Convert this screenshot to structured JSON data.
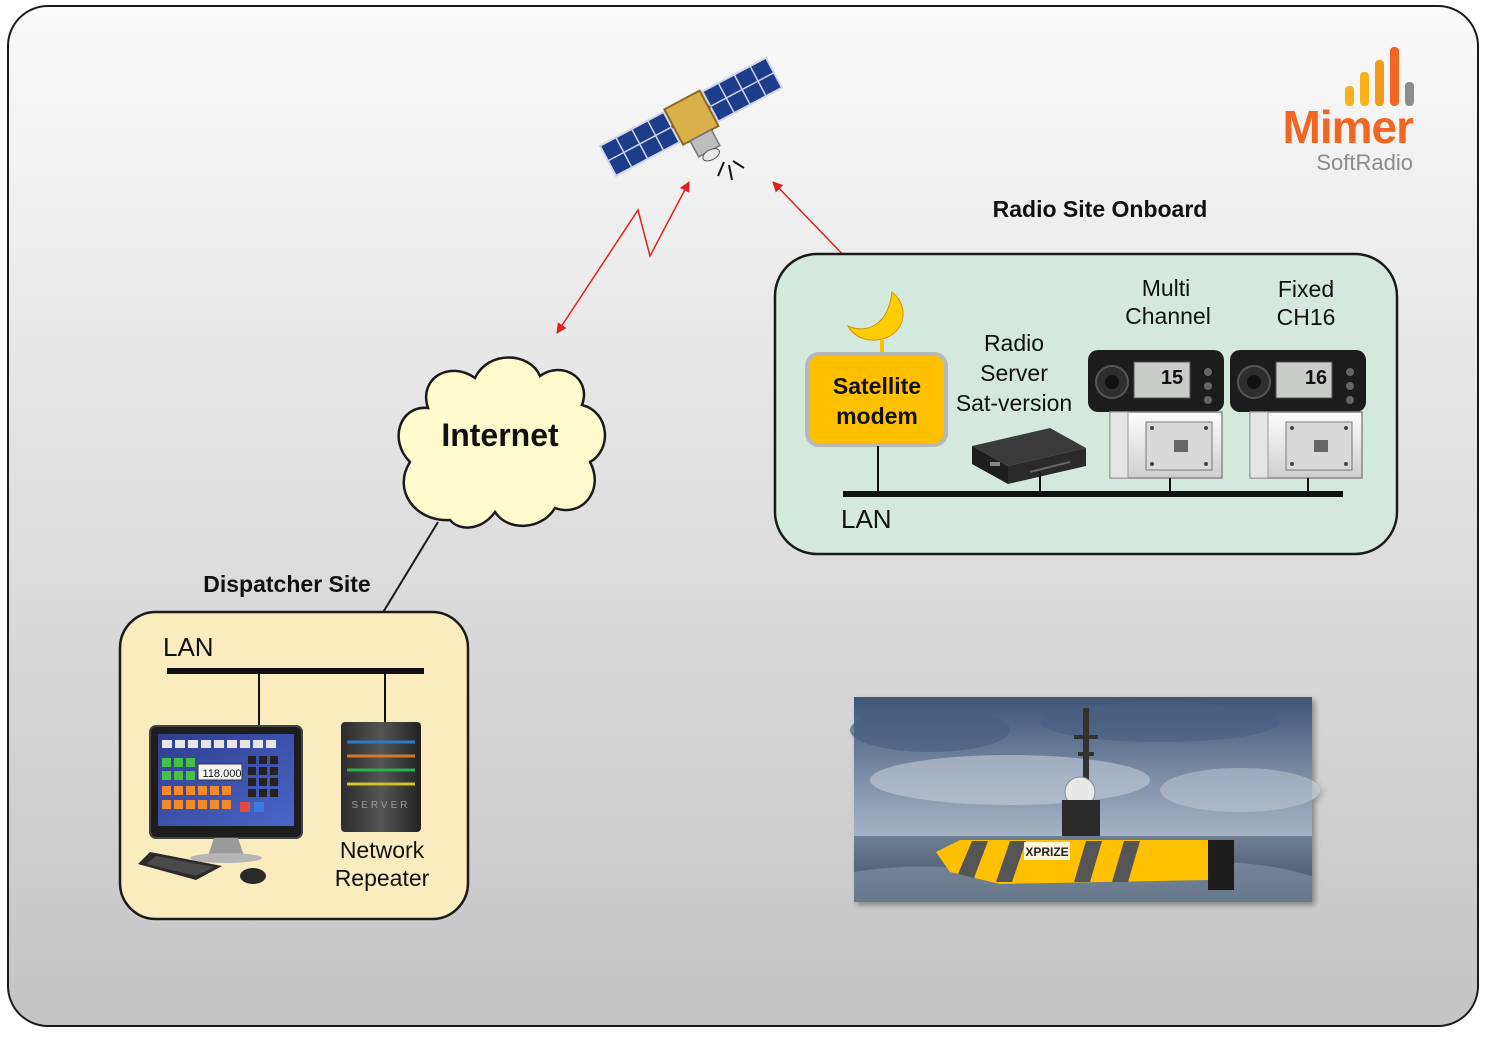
{
  "brand": {
    "name": "Mimer",
    "tagline": "SoftRadio",
    "colors": {
      "orange": "#f26522",
      "yellow": "#f7b21a",
      "gray": "#8c8c8c"
    }
  },
  "labels": {
    "internet": "Internet",
    "dispatcher_site": "Dispatcher Site",
    "radio_site": "Radio Site Onboard",
    "lan_dispatcher": "LAN",
    "lan_onboard": "LAN",
    "satellite_modem": [
      "Satellite",
      "modem"
    ],
    "radio_server": [
      "Radio",
      "Server",
      "Sat-version"
    ],
    "multi_channel": [
      "Multi",
      "Channel"
    ],
    "fixed_ch16": [
      "Fixed",
      "CH16"
    ],
    "network_repeater": [
      "Network",
      "Repeater"
    ]
  },
  "devices": {
    "radio_multi_display": "15",
    "radio_fixed_display": "16",
    "console_frequency": "118.000",
    "server_text": "SERVER",
    "boat_banner": "XPRIZE"
  },
  "colors": {
    "panel_background": "#cfcfcf",
    "onboard_panel": "#d4e8dd",
    "dispatcher_panel": "#fbecc0",
    "cloud_fill": "#fefccf",
    "modem_fill": "#ffc000",
    "link_red": "#e02020"
  },
  "icons": [
    "satellite-icon",
    "satellite-dish-icon",
    "vhf-radio-icon",
    "radio-interface-box-icon",
    "radio-server-box-icon",
    "dispatcher-console-icon",
    "keyboard-icon",
    "mouse-icon",
    "network-repeater-server-icon",
    "autonomous-vessel-photo"
  ]
}
